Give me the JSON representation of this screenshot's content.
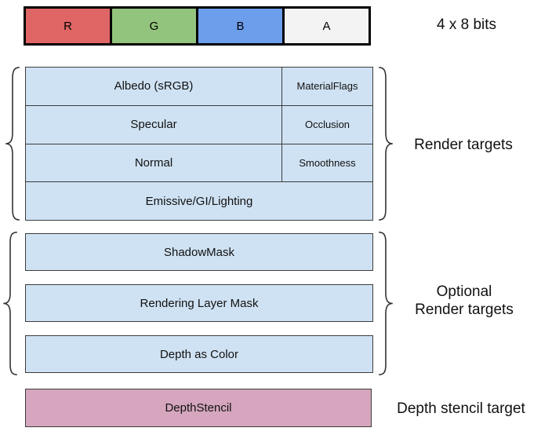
{
  "palette": {
    "red": "#E06666",
    "green": "#93C47D",
    "blue": "#6D9EEB",
    "alpha_gray": "#F3F3F3",
    "light_blue": "#CFE2F3",
    "pink": "#D5A6BD",
    "border_dark": "#000000",
    "box_border": "#3c3c3c"
  },
  "channel_bar": {
    "cells": [
      {
        "label": "R",
        "color": "#E06666"
      },
      {
        "label": "G",
        "color": "#93C47D"
      },
      {
        "label": "B",
        "color": "#6D9EEB"
      },
      {
        "label": "A",
        "color": "#F3F3F3"
      }
    ],
    "caption": "4 x 8 bits"
  },
  "render_targets": {
    "label": "Render targets",
    "rows": [
      {
        "main": "Albedo (sRGB)",
        "sub": "MaterialFlags"
      },
      {
        "main": "Specular",
        "sub": "Occlusion"
      },
      {
        "main": "Normal",
        "sub": "Smoothness"
      },
      {
        "main": "Emissive/GI/Lighting",
        "sub": ""
      }
    ]
  },
  "optional_render_targets": {
    "label_line1": "Optional",
    "label_line2": "Render targets",
    "rows": [
      "ShadowMask",
      "Rendering Layer Mask",
      "Depth as Color"
    ]
  },
  "depth_stencil": {
    "box_label": "DepthStencil",
    "label": "Depth stencil target"
  }
}
